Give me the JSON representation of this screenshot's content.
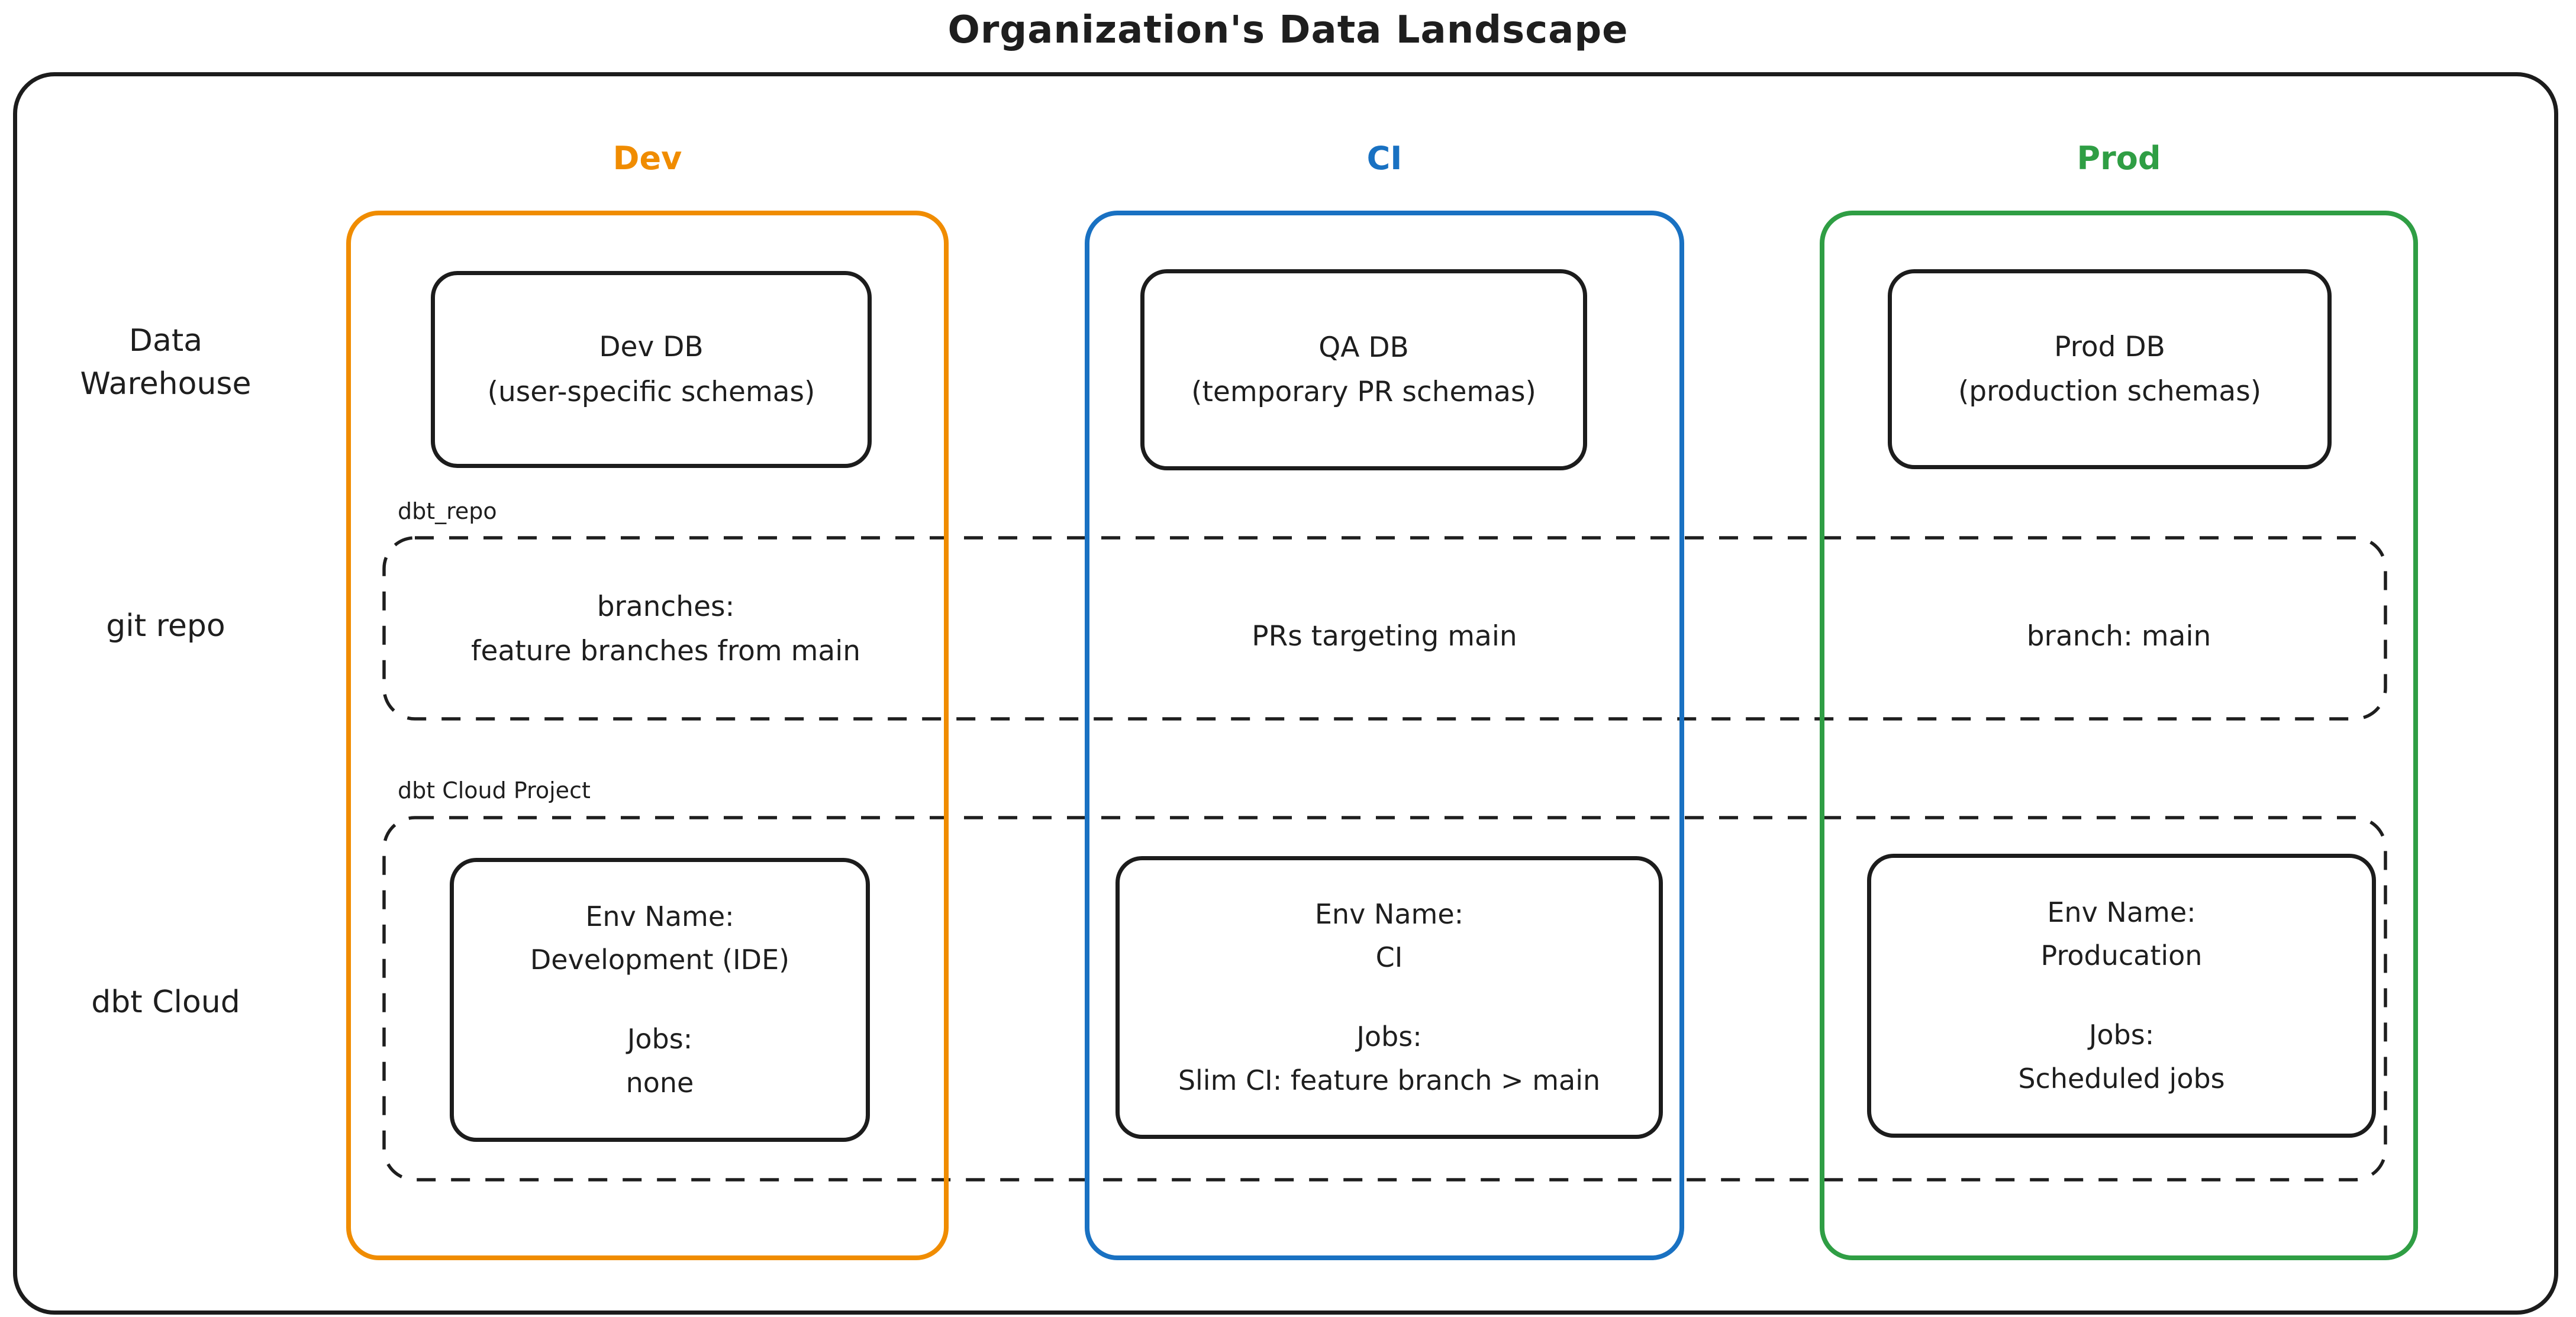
{
  "title": "Organization's Data Landscape",
  "colors": {
    "dev_accent": "#f08c00",
    "ci_accent": "#1971c2",
    "prod_accent": "#2f9e44",
    "ink": "#1e1e1e"
  },
  "row_labels": {
    "warehouse": [
      "Data",
      "Warehouse"
    ],
    "git": "git repo",
    "cloud": "dbt Cloud"
  },
  "section_labels": {
    "git_repo": "dbt_repo",
    "cloud_project": "dbt Cloud Project"
  },
  "columns": [
    {
      "header": "Dev",
      "db_lines": [
        "Dev DB",
        "(user-specific schemas)"
      ],
      "git_text": [
        "branches:",
        "feature branches from main"
      ],
      "env_lines": [
        "Env Name:",
        "Development (IDE)"
      ],
      "jobs_lines": [
        "Jobs:",
        "none"
      ]
    },
    {
      "header": "CI",
      "db_lines": [
        "QA DB",
        "(temporary PR schemas)"
      ],
      "git_text": [
        "PRs targeting main"
      ],
      "env_lines": [
        "Env Name:",
        "CI"
      ],
      "jobs_lines": [
        "Jobs:",
        "Slim CI: feature branch > main"
      ]
    },
    {
      "header": "Prod",
      "db_lines": [
        "Prod DB",
        "(production schemas)"
      ],
      "git_text": [
        "branch: main"
      ],
      "env_lines": [
        "Env Name:",
        "Producation"
      ],
      "jobs_lines": [
        "Jobs:",
        "Scheduled jobs"
      ]
    }
  ]
}
